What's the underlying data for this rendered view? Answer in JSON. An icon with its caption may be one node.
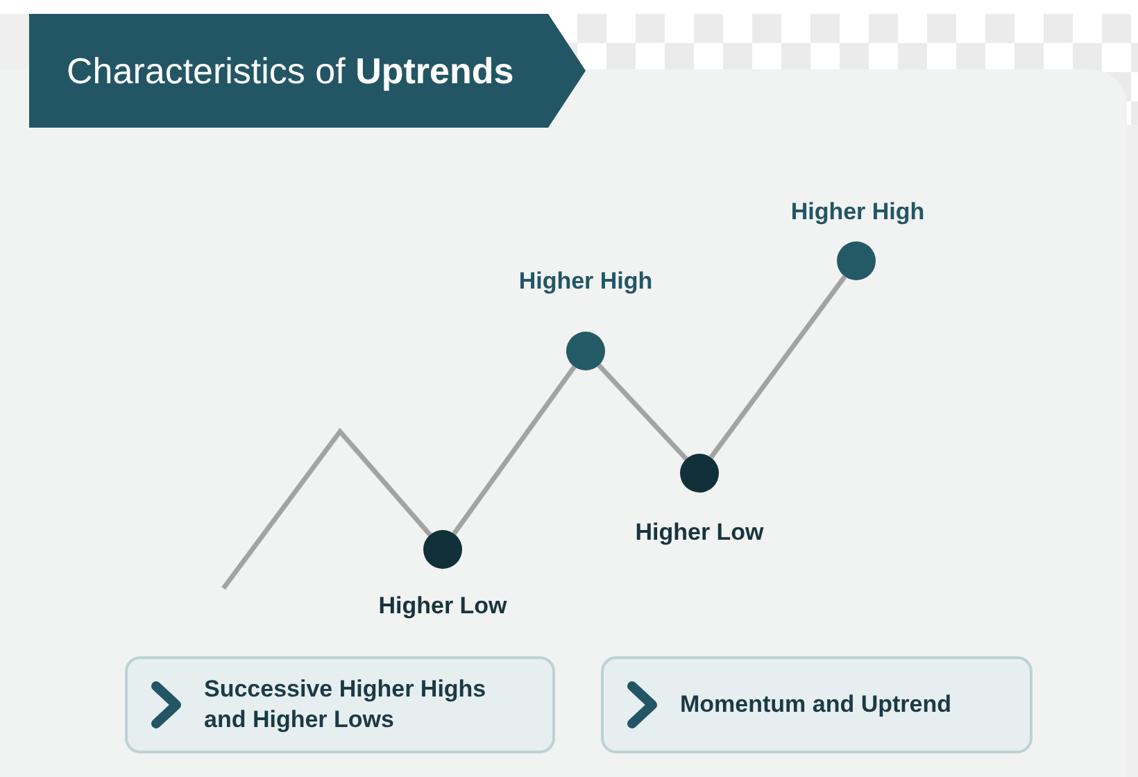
{
  "diagram": {
    "title": "Characteristics of **Uptrends**",
    "nodes": [
      {
        "text": [],
        "shape": "circle",
        "beside": [
          "Higher Low"
        ]
      },
      {
        "text": [],
        "shape": "circle",
        "beside": [
          "Higher High"
        ]
      },
      {
        "text": [],
        "shape": "circle",
        "beside": [
          "Higher Low"
        ]
      },
      {
        "text": [],
        "shape": "circle",
        "beside": [
          "Higher High"
        ]
      },
      {
        "text": [
          "Successive Higher Highs and Higher Lows"
        ]
      },
      {
        "text": [
          "Momentum and Uptrend"
        ]
      }
    ],
    "edges": [
      {
        "from": null,
        "to": 0,
        "arrow": "none"
      },
      {
        "from": 0,
        "to": 1,
        "arrow": "none"
      },
      {
        "from": 1,
        "to": 2,
        "arrow": "none"
      },
      {
        "from": 2,
        "to": 3,
        "arrow": "none"
      }
    ]
  }
}
